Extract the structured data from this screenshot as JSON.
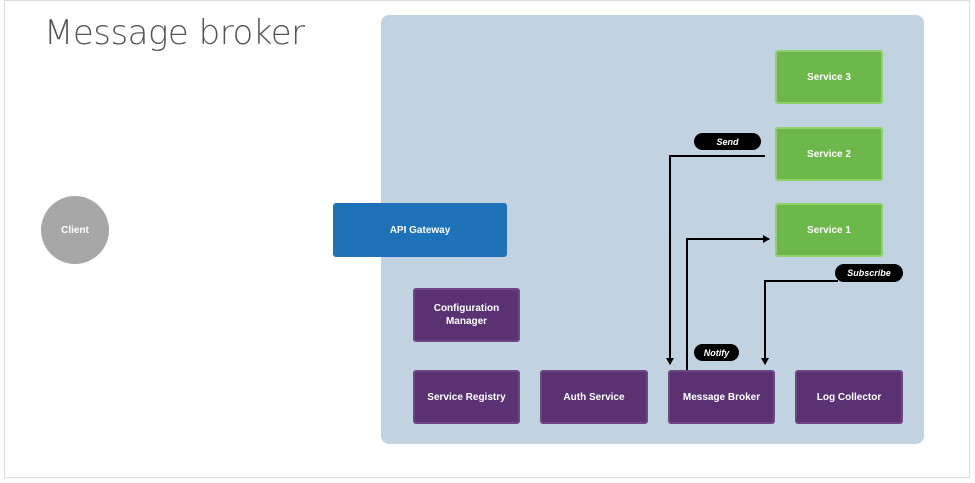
{
  "title": "Message broker",
  "nodes": {
    "client": "Client",
    "api_gateway": "API Gateway",
    "config_manager": "Configuration Manager",
    "service_registry": "Service Registry",
    "auth_service": "Auth Service",
    "message_broker": "Message Broker",
    "log_collector": "Log Collector",
    "service1": "Service 1",
    "service2": "Service 2",
    "service3": "Service 3"
  },
  "edge_labels": {
    "send": "Send",
    "subscribe": "Subscribe",
    "notify": "Notify"
  },
  "colors": {
    "panel": "#c1d2e1",
    "service_green": "#6cb84a",
    "core_purple": "#5a3272",
    "gateway_blue": "#1e73b8",
    "client_gray": "#a7a7a7",
    "label_black": "#000000"
  }
}
